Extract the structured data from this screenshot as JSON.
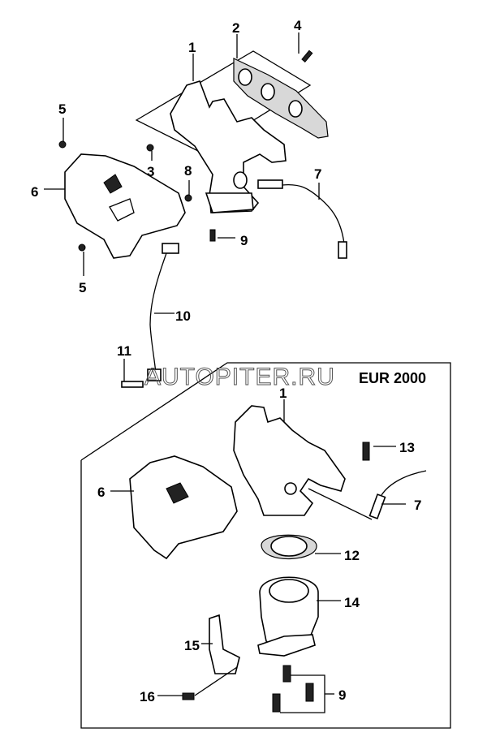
{
  "diagram": {
    "section_title": "EUR 2000",
    "watermark": "AUTOPITER.RU",
    "upper_callouts": [
      "1",
      "2",
      "4",
      "5",
      "3",
      "6",
      "8",
      "7",
      "9",
      "5",
      "10",
      "11"
    ],
    "lower_callouts": [
      "1",
      "13",
      "6",
      "7",
      "12",
      "14",
      "15",
      "16",
      "9"
    ]
  }
}
